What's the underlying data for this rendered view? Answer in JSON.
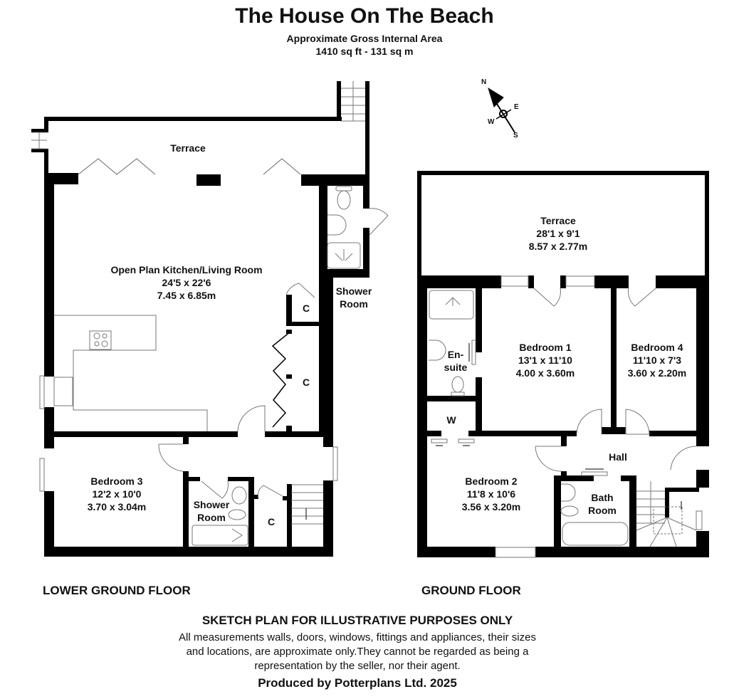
{
  "header": {
    "title": "The House On The Beach",
    "subtitle": "Approximate Gross Internal Area",
    "area": "1410 sq ft - 131 sq m"
  },
  "compass": {
    "icon": "compass-icon",
    "north": "N",
    "east": "E",
    "south": "S",
    "west": "W"
  },
  "lower_ground_floor": {
    "label": "LOWER GROUND FLOOR",
    "rooms": [
      {
        "name": "Terrace",
        "imperial": "",
        "metric": ""
      },
      {
        "name": "Open Plan Kitchen/Living Room",
        "imperial": "24'5 x 22'6",
        "metric": "7.45 x 6.85m"
      },
      {
        "name": "Shower Room",
        "line1": "Shower",
        "line2": "Room"
      },
      {
        "name": "C"
      },
      {
        "name": "C"
      },
      {
        "name": "Bedroom 3",
        "imperial": "12'2 x 10'0",
        "metric": "3.70 x 3.04m"
      },
      {
        "name": "Shower Room",
        "line1": "Shower",
        "line2": "Room"
      },
      {
        "name": "C"
      }
    ]
  },
  "ground_floor": {
    "label": "GROUND FLOOR",
    "rooms": [
      {
        "name": "Terrace",
        "imperial": "28'1 x 9'1",
        "metric": "8.57 x 2.77m"
      },
      {
        "name": "En-suite",
        "line1": "En-",
        "line2": "suite"
      },
      {
        "name": "Bedroom 1",
        "imperial": "13'1 x 11'10",
        "metric": "4.00 x 3.60m"
      },
      {
        "name": "Bedroom 4",
        "imperial": "11'10 x 7'3",
        "metric": "3.60 x 2.20m"
      },
      {
        "name": "W"
      },
      {
        "name": "Hall"
      },
      {
        "name": "Bedroom 2",
        "imperial": "11'8 x 10'6",
        "metric": "3.56 x 3.20m"
      },
      {
        "name": "Bath Room",
        "line1": "Bath",
        "line2": "Room"
      }
    ]
  },
  "footer": {
    "heading": "SKETCH PLAN FOR ILLUSTRATIVE PURPOSES ONLY",
    "line1": "All measurements walls, doors, windows, fittings and appliances, their sizes",
    "line2": "and locations, are approximate only.They cannot be regarded as being a",
    "line3": "representation by the seller, nor their agent.",
    "credit": "Produced by Potterplans Ltd. 2025"
  },
  "colors": {
    "wall": "#000000",
    "fixture": "#777777",
    "background": "#ffffff"
  }
}
